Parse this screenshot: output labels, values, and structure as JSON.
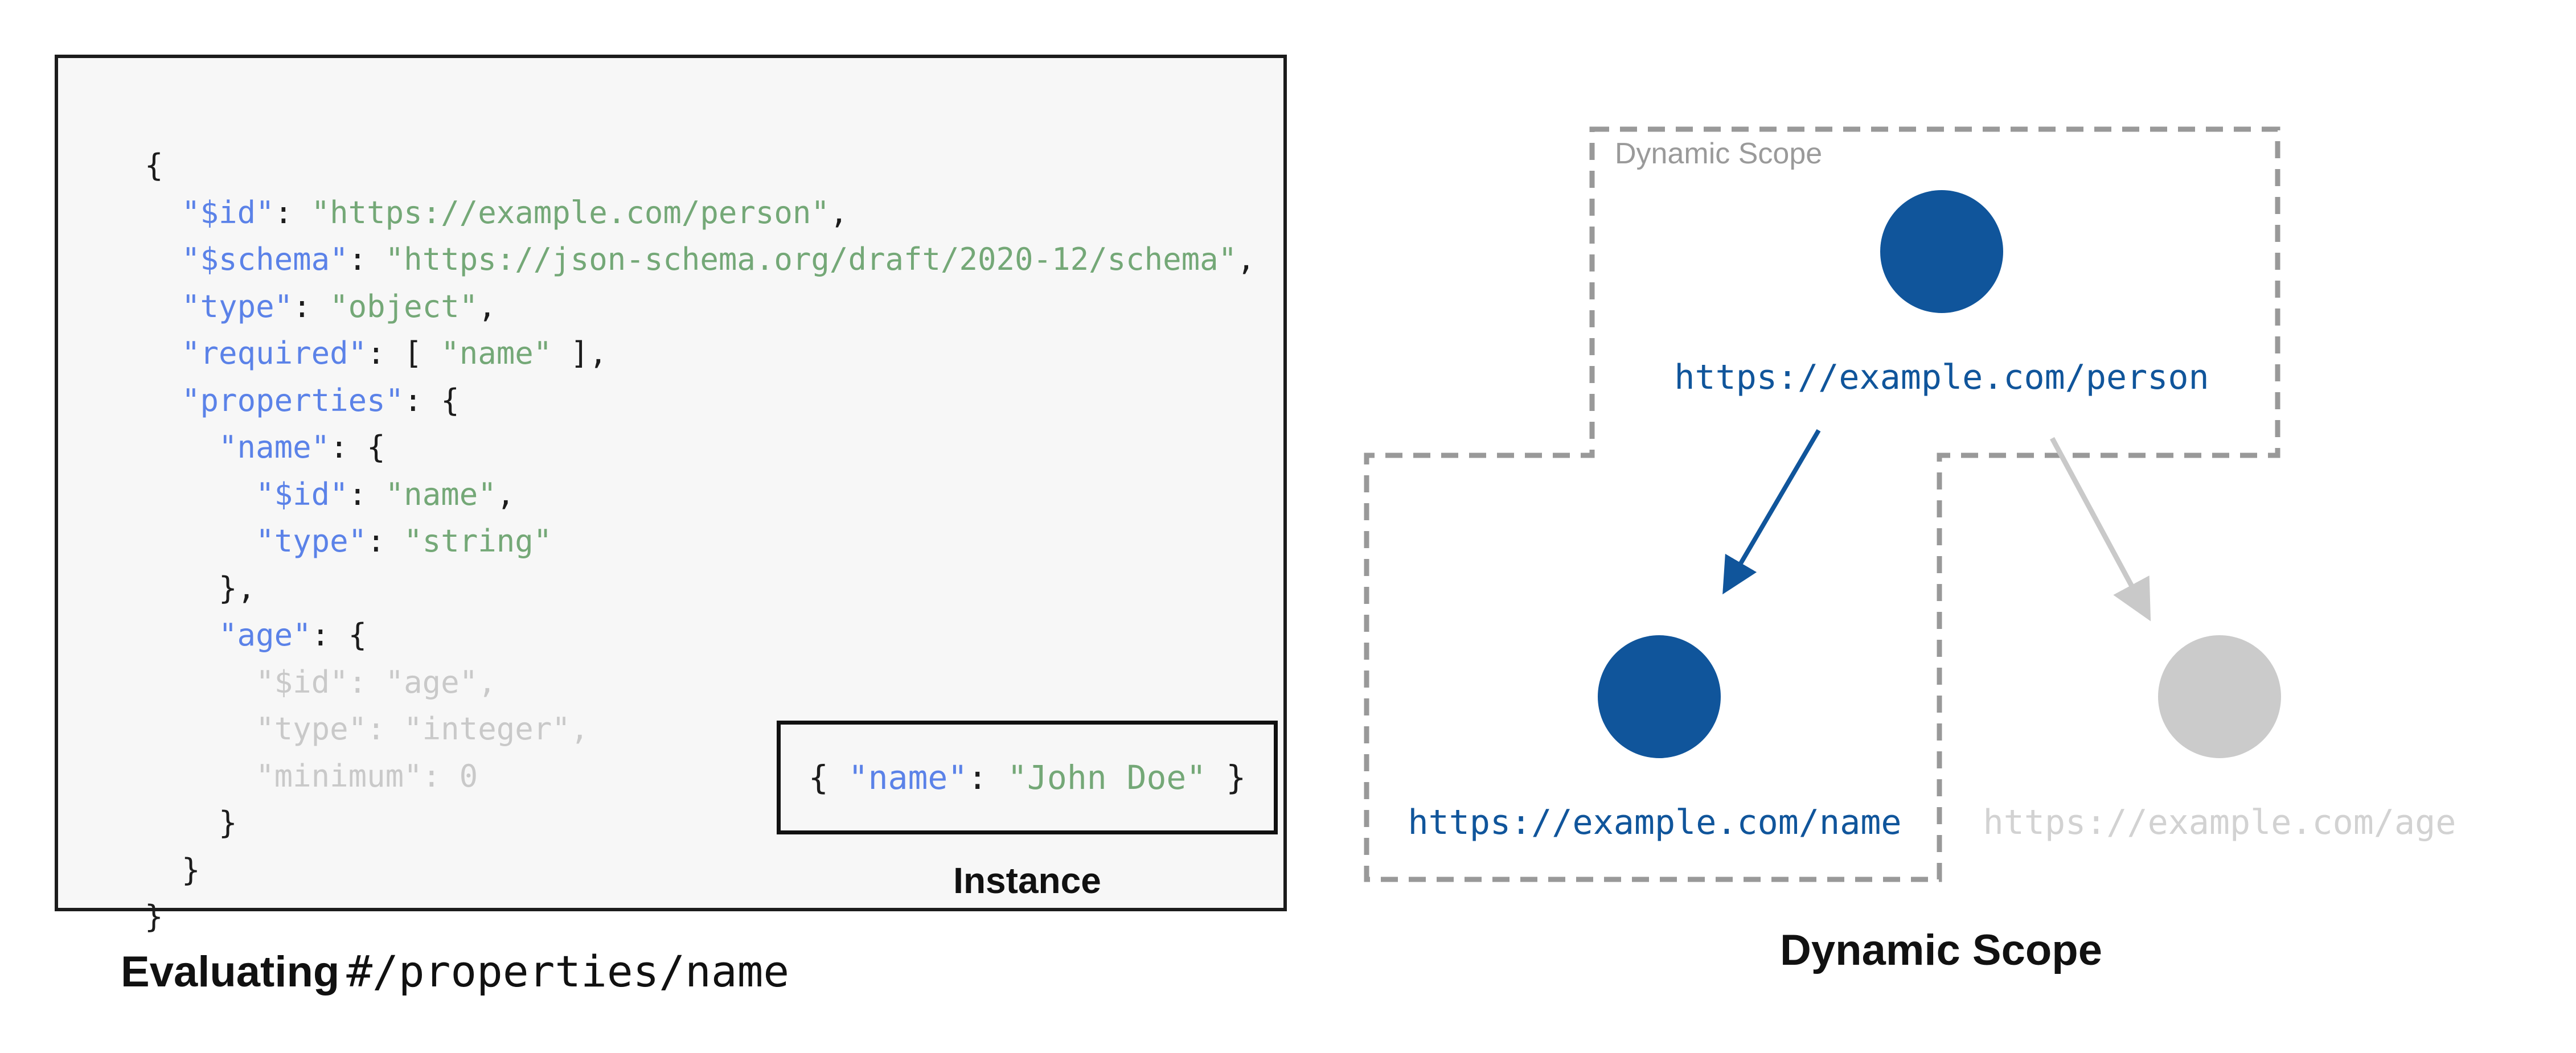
{
  "colors": {
    "key_blue": "#5b82e8",
    "string_green": "#74a877",
    "code_punct": "#1c1c1c",
    "code_dim": "#c9c9c9",
    "node_blue": "#10559b",
    "node_gray": "#cbcbcb",
    "label_gray": "#d2d2d2",
    "scope_gray": "#999999",
    "scope_label_gray": "#9a9a9a",
    "panel_bg": "#f7f7f7"
  },
  "left_panel": {
    "schema_code": {
      "lines": [
        [
          {
            "t": "{",
            "c": "p"
          }
        ],
        [
          {
            "t": "  ",
            "c": "p"
          },
          {
            "t": "\"$id\"",
            "c": "k"
          },
          {
            "t": ": ",
            "c": "p"
          },
          {
            "t": "\"https://example.com/person\"",
            "c": "s"
          },
          {
            "t": ",",
            "c": "p"
          }
        ],
        [
          {
            "t": "  ",
            "c": "p"
          },
          {
            "t": "\"$schema\"",
            "c": "k"
          },
          {
            "t": ": ",
            "c": "p"
          },
          {
            "t": "\"https://json-schema.org/draft/2020-12/schema\"",
            "c": "s"
          },
          {
            "t": ",",
            "c": "p"
          }
        ],
        [
          {
            "t": "  ",
            "c": "p"
          },
          {
            "t": "\"type\"",
            "c": "k"
          },
          {
            "t": ": ",
            "c": "p"
          },
          {
            "t": "\"object\"",
            "c": "s"
          },
          {
            "t": ",",
            "c": "p"
          }
        ],
        [
          {
            "t": "  ",
            "c": "p"
          },
          {
            "t": "\"required\"",
            "c": "k"
          },
          {
            "t": ": [ ",
            "c": "p"
          },
          {
            "t": "\"name\"",
            "c": "s"
          },
          {
            "t": " ],",
            "c": "p"
          }
        ],
        [
          {
            "t": "  ",
            "c": "p"
          },
          {
            "t": "\"properties\"",
            "c": "k"
          },
          {
            "t": ": {",
            "c": "p"
          }
        ],
        [
          {
            "t": "    ",
            "c": "p"
          },
          {
            "t": "\"name\"",
            "c": "k"
          },
          {
            "t": ": {",
            "c": "p"
          }
        ],
        [
          {
            "t": "      ",
            "c": "p"
          },
          {
            "t": "\"$id\"",
            "c": "k"
          },
          {
            "t": ": ",
            "c": "p"
          },
          {
            "t": "\"name\"",
            "c": "s"
          },
          {
            "t": ",",
            "c": "p"
          }
        ],
        [
          {
            "t": "      ",
            "c": "p"
          },
          {
            "t": "\"type\"",
            "c": "k"
          },
          {
            "t": ": ",
            "c": "p"
          },
          {
            "t": "\"string\"",
            "c": "s"
          }
        ],
        [
          {
            "t": "    },",
            "c": "p"
          }
        ],
        [
          {
            "t": "    ",
            "c": "p"
          },
          {
            "t": "\"age\"",
            "c": "k"
          },
          {
            "t": ": {",
            "c": "p"
          }
        ],
        [
          {
            "t": "      \"$id\": \"age\",",
            "c": "d"
          }
        ],
        [
          {
            "t": "      \"type\": \"integer\",",
            "c": "d"
          }
        ],
        [
          {
            "t": "      \"minimum\": 0",
            "c": "d"
          }
        ],
        [
          {
            "t": "    }",
            "c": "p"
          }
        ],
        [
          {
            "t": "  }",
            "c": "p"
          }
        ],
        [
          {
            "t": "}",
            "c": "p"
          }
        ]
      ]
    },
    "instance_code": [
      {
        "t": "{ ",
        "c": "p"
      },
      {
        "t": "\"name\"",
        "c": "k"
      },
      {
        "t": ": ",
        "c": "p"
      },
      {
        "t": "\"John Doe\"",
        "c": "s"
      },
      {
        "t": " }",
        "c": "p"
      }
    ],
    "instance_label": "Instance",
    "caption_bold": "Evaluating",
    "caption_pointer": "#/properties/name"
  },
  "right_panel": {
    "scope_label": "Dynamic Scope",
    "caption": "Dynamic Scope",
    "nodes": [
      {
        "id": "person",
        "label": "https://example.com/person",
        "color": "#10559b",
        "state": "in-scope"
      },
      {
        "id": "name",
        "label": "https://example.com/name",
        "color": "#10559b",
        "state": "in-scope"
      },
      {
        "id": "age",
        "label": "https://example.com/age",
        "color": "#cbcbcb",
        "state": "out-of-scope"
      }
    ],
    "edges": [
      {
        "from": "person",
        "to": "name",
        "color": "#10559b"
      },
      {
        "from": "person",
        "to": "age",
        "color": "#c9c9c9"
      }
    ]
  }
}
